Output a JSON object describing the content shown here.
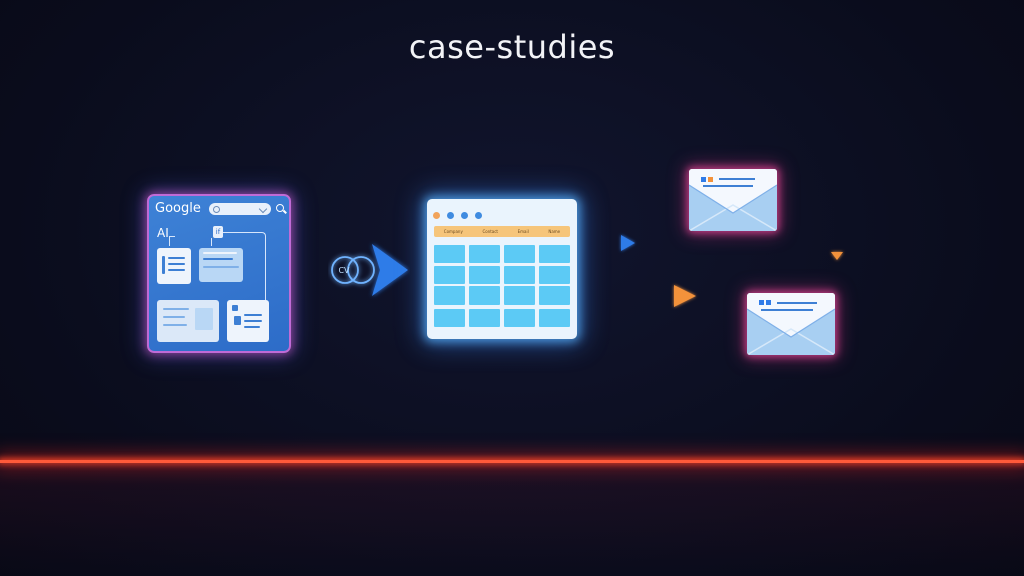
{
  "title": "case-studies",
  "search_panel": {
    "brand": "Google",
    "ai_label": "AI",
    "tag_label": "if"
  },
  "funnel": {
    "label": "CV"
  },
  "spreadsheet": {
    "headers": [
      "Company",
      "Contact",
      "Email",
      "Name"
    ],
    "rows": 4,
    "cols": 4
  },
  "colors": {
    "background": "#0b0d1f",
    "panel_blue": "#3e82d6",
    "glow_pink": "#e0469a",
    "glow_cyan": "#5ab4ff",
    "arrow_blue": "#2f7be8",
    "arrow_orange": "#f3923a",
    "line_red": "#ff5a3a",
    "header_orange": "#f6c57a",
    "cell_cyan": "#5ccaf5"
  },
  "icons": [
    "search-icon",
    "funnel-icon",
    "arrow-right-icon",
    "envelope-icon",
    "arrow-down-icon"
  ]
}
